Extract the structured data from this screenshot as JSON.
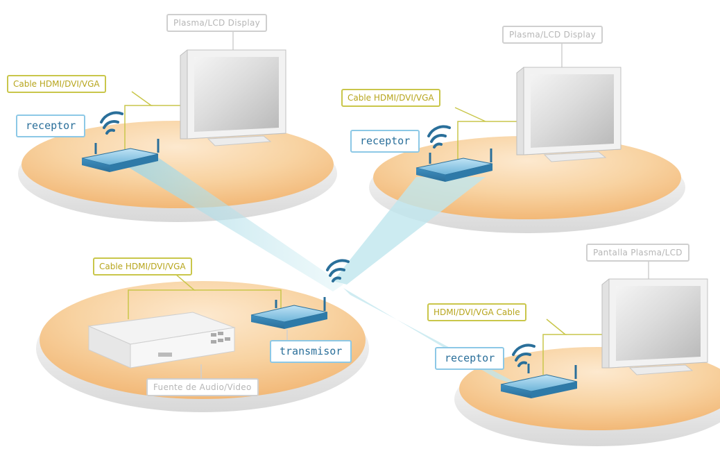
{
  "labels": {
    "display_top_left": "Plasma/LCD Display",
    "display_top_right": "Plasma/LCD Display",
    "display_bottom_right": "Pantalla Plasma/LCD",
    "cable_top_left": "Cable HDMI/DVI/VGA",
    "cable_top_right": "Cable HDMI/DVI/VGA",
    "cable_bottom_left": "Cable HDMI/DVI/VGA",
    "cable_bottom_right": "HDMI/DVI/VGA Cable",
    "receptor_top_left": "receptor",
    "receptor_top_right": "receptor",
    "receptor_bottom_right": "receptor",
    "transmitter": "transmisor",
    "source": "Fuente de Audio/Video"
  },
  "colors": {
    "platform": "#f6c88e",
    "platform_rim": "#e6e6e6",
    "beam": "#a9dbe6",
    "cable_line": "#c9c64a",
    "device_blue": "#5aa7cf",
    "label_gray": "#cfcfcf",
    "label_yellow": "#c9c64a",
    "label_blue": "#8cc8e6"
  },
  "icons": [
    "monitor-icon",
    "wireless-receiver-icon",
    "wireless-transmitter-icon",
    "dvd-player-icon",
    "wifi-signal-icon"
  ]
}
